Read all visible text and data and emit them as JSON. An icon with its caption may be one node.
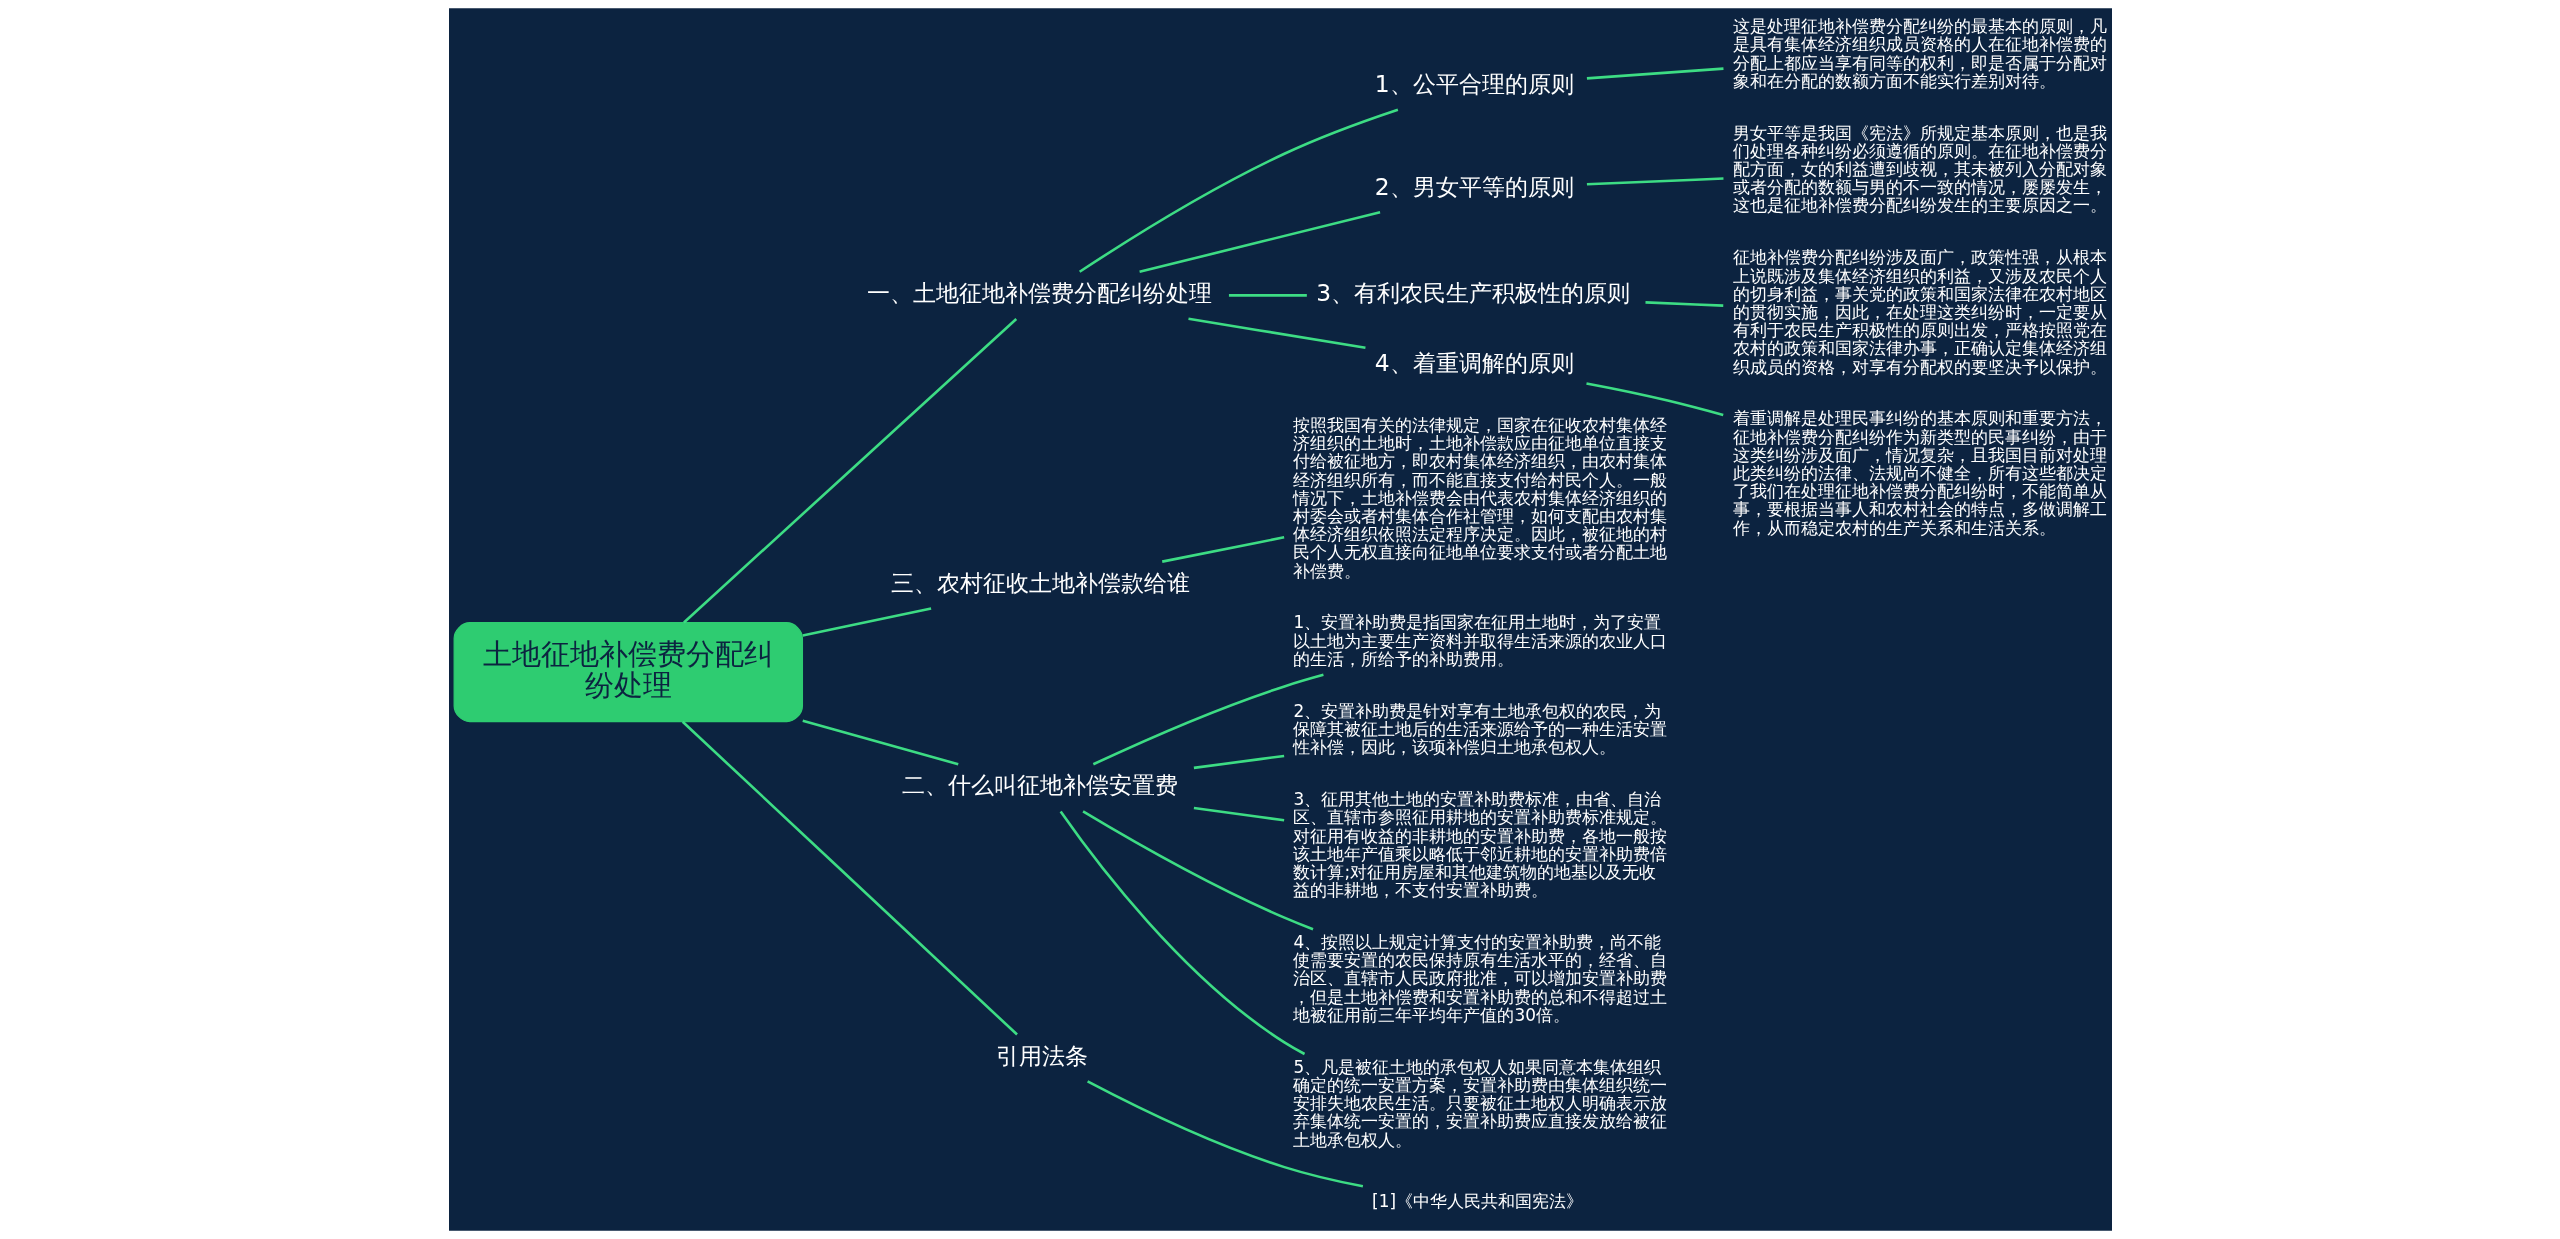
{
  "diagram": {
    "nodes": [
      {
        "text": [
          "土地征地补偿费分配纠纷处理"
        ]
      },
      {
        "text": [
          "一、土地征地补偿费分配纠纷处理"
        ]
      },
      {
        "text": [
          "1、公平合理的原则"
        ]
      },
      {
        "text": [
          "这是处理征地补偿费分配纠纷的最基本的原则，凡是具有集体经济组织成员资格的人在征地补偿费的分配上都应当享有同等的权利，即是否属于分配对象和在分配的数额方面不能实行差别对待。"
        ]
      },
      {
        "text": [
          "2、男女平等的原则"
        ]
      },
      {
        "text": [
          "男女平等是我国《宪法》所规定基本原则，也是我们处理各种纠纷必须遵循的原则。在征地补偿费分配方面，女的利益遭到歧视，其未被列入分配对象或者分配的数额与男的不一致的情况，屡屡发生，这也是征地补偿费分配纠纷发生的主要原因之一。"
        ]
      },
      {
        "text": [
          "3、有利农民生产积极性的原则"
        ]
      },
      {
        "text": [
          "征地补偿费分配纠纷涉及面广，政策性强，从根本上说既涉及集体经济组织的利益，又涉及农民个人的切身利益，事关党的政策和国家法律在农村地区的贯彻实施，因此，在处理这类纠纷时，一定要从有利于农民生产积极性的原则出发，严格按照党在农村的政策和国家法律办事，正确认定集体经济组织成员的资格，对享有分配权的要坚决予以保护。"
        ]
      },
      {
        "text": [
          "4、着重调解的原则"
        ]
      },
      {
        "text": [
          "着重调解是处理民事纠纷的基本原则和重要方法，征地补偿费分配纠纷作为新类型的民事纠纷，由于这类纠纷涉及面广，情况复杂，且我国目前对处理此类纠纷的法律、法规尚不健全，所有这些都决定了我们在处理征地补偿费分配纠纷时，不能简单从事，要根据当事人和农村社会的特点，多做调解工作，从而稳定农村的生产关系和生活关系。"
        ]
      },
      {
        "text": [
          "三、农村征收土地补偿款给谁"
        ]
      },
      {
        "text": [
          "按照我国有关的法律规定，国家在征收农村集体经济组织的土地时，土地补偿款应由征地单位直接支付给被征地方，即农村集体经济组织，由农村集体经济组织所有，而不能直接支付给村民个人。一般情况下，土地补偿费会由代表农村集体经济组织的村委会或者村集体合作社管理，如何支配由农村集体经济组织依照法定程序决定。因此，被征地的村民个人无权直接向征地单位要求支付或者分配土地补偿费。"
        ]
      },
      {
        "text": [
          "二、什么叫征地补偿安置费"
        ]
      },
      {
        "text": [
          "1、安置补助费是指国家在征用土地时，为了安置以土地为主要生产资料并取得生活来源的农业人口的生活，所给予的补助费用。"
        ]
      },
      {
        "text": [
          "2、安置补助费是针对享有土地承包权的农民，为保障其被征土地后的生活来源给予的一种生活安置性补偿，因此，该项补偿归土地承包权人。"
        ]
      },
      {
        "text": [
          "3、征用其他土地的安置补助费标准，由省、自治区、直辖市参照征用耕地的安置补助费标准规定。对征用有收益的非耕地的安置补助费，各地一般按该土地年产值乘以略低于邻近耕地的安置补助费倍数计算;对征用房屋和其他建筑物的地基以及无收益的非耕地，不支付安置补助费。"
        ]
      },
      {
        "text": [
          "4、按照以上规定计算支付的安置补助费，尚不能使需要安置的农民保持原有生活水平的，经省、自治区、直辖市人民政府批准，可以增加安置补助费，但是土地补偿费和安置补助费的总和不得超过土地被征用前三年平均年产值的30倍。"
        ]
      },
      {
        "text": [
          "5、凡是被征土地的承包权人如果同意本集体组织确定的统一安置方案，安置补助费由集体组织统一安排失地农民生活。只要被征土地权人明确表示放弃集体统一安置的，安置补助费应直接发放给被征土地承包权人。"
        ]
      },
      {
        "text": [
          "引用法条"
        ]
      },
      {
        "text": [
          "[1]《中华人民共和国宪法》"
        ]
      }
    ],
    "edges": [
      {
        "from": 0,
        "to": 1,
        "arrow": "none"
      },
      {
        "from": 1,
        "to": 2,
        "arrow": "none"
      },
      {
        "from": 2,
        "to": 3,
        "arrow": "none"
      },
      {
        "from": 1,
        "to": 4,
        "arrow": "none"
      },
      {
        "from": 4,
        "to": 5,
        "arrow": "none"
      },
      {
        "from": 1,
        "to": 6,
        "arrow": "none"
      },
      {
        "from": 6,
        "to": 7,
        "arrow": "none"
      },
      {
        "from": 1,
        "to": 8,
        "arrow": "none"
      },
      {
        "from": 8,
        "to": 9,
        "arrow": "none"
      },
      {
        "from": 0,
        "to": 10,
        "arrow": "none"
      },
      {
        "from": 10,
        "to": 11,
        "arrow": "none"
      },
      {
        "from": 0,
        "to": 12,
        "arrow": "none"
      },
      {
        "from": 12,
        "to": 13,
        "arrow": "none"
      },
      {
        "from": 12,
        "to": 14,
        "arrow": "none"
      },
      {
        "from": 12,
        "to": 15,
        "arrow": "none"
      },
      {
        "from": 12,
        "to": 16,
        "arrow": "none"
      },
      {
        "from": 12,
        "to": 17,
        "arrow": "none"
      },
      {
        "from": 0,
        "to": 18,
        "arrow": "none"
      },
      {
        "from": 18,
        "to": 19,
        "arrow": "none"
      }
    ]
  }
}
